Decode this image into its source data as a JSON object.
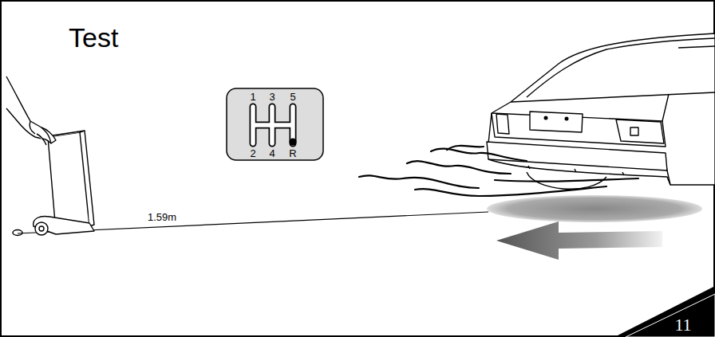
{
  "diagram": {
    "title": "Test",
    "nodes": [
      {
        "text": [
          "1",
          "3",
          "5",
          "2",
          "4",
          "R"
        ]
      },
      {
        "text": [
          "11"
        ]
      }
    ],
    "labels": [
      "1.59m"
    ]
  }
}
